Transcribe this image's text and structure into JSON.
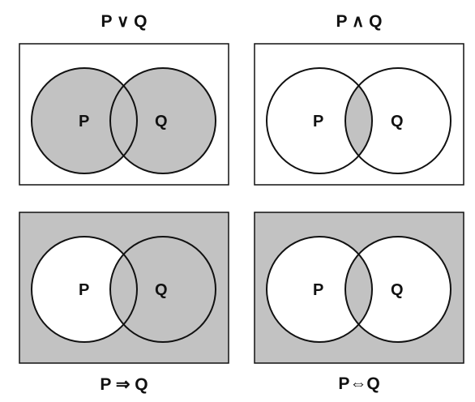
{
  "colors": {
    "fill": "#c2c2c2",
    "stroke": "#111111",
    "background": "#ffffff"
  },
  "panels": [
    {
      "caption": "P ∨ Q",
      "p_label": "P",
      "q_label": "Q",
      "shaded": {
        "outside": false,
        "p_only": true,
        "q_only": true,
        "both": true
      }
    },
    {
      "caption": "P ∧ Q",
      "p_label": "P",
      "q_label": "Q",
      "shaded": {
        "outside": false,
        "p_only": false,
        "q_only": false,
        "both": true
      }
    },
    {
      "caption": "P ⇒ Q",
      "p_label": "P",
      "q_label": "Q",
      "shaded": {
        "outside": true,
        "p_only": false,
        "q_only": true,
        "both": true
      }
    },
    {
      "caption": "P⇔Q",
      "p_label": "P",
      "q_label": "Q",
      "shaded": {
        "outside": true,
        "p_only": false,
        "q_only": false,
        "both": true
      }
    }
  ]
}
